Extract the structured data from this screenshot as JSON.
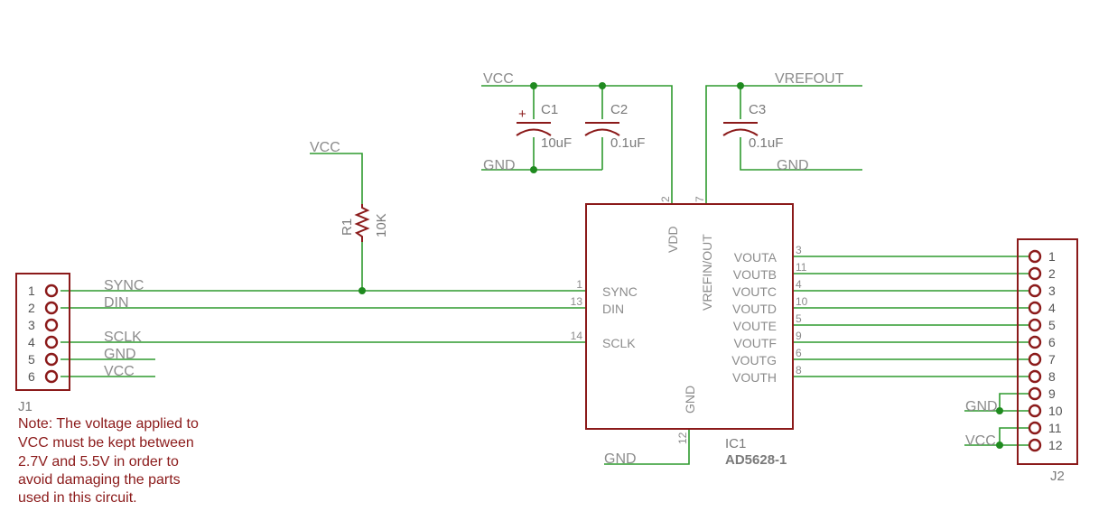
{
  "labels": {
    "vcc": "VCC",
    "gnd": "GND",
    "vrefout": "VREFOUT",
    "sync": "SYNC",
    "din": "DIN",
    "sclk": "SCLK"
  },
  "r1": {
    "name": "R1",
    "value": "10K"
  },
  "c1": {
    "name": "C1",
    "value": "10uF",
    "plus": "+"
  },
  "c2": {
    "name": "C2",
    "value": "0.1uF"
  },
  "c3": {
    "name": "C3",
    "value": "0.1uF"
  },
  "ic1": {
    "name": "IC1",
    "part": "AD5628-1",
    "pins": {
      "vdd": "VDD",
      "vrefinout": "VREFIN/OUT",
      "gnd": "GND",
      "sync": "SYNC",
      "din": "DIN",
      "sclk": "SCLK",
      "vouta": "VOUTA",
      "voutb": "VOUTB",
      "voutc": "VOUTC",
      "voutd": "VOUTD",
      "voute": "VOUTE",
      "voutf": "VOUTF",
      "voutg": "VOUTG",
      "vouth": "VOUTH"
    },
    "pin_numbers": {
      "vdd": "2",
      "vref": "7",
      "gnd": "12",
      "sync": "1",
      "din": "13",
      "sclk": "14",
      "vouta": "3",
      "voutb": "11",
      "voutc": "4",
      "voutd": "10",
      "voute": "5",
      "voutf": "9",
      "voutg": "6",
      "vouth": "8"
    }
  },
  "j1": {
    "name": "J1",
    "pins": [
      "1",
      "2",
      "3",
      "4",
      "5",
      "6"
    ]
  },
  "j2": {
    "name": "J2",
    "pins": [
      "1",
      "2",
      "3",
      "4",
      "5",
      "6",
      "7",
      "8",
      "9",
      "10",
      "11",
      "12"
    ]
  },
  "note": {
    "lines": [
      "Note: The voltage applied to",
      "VCC must be kept between",
      "2.7V and 5.5V in order to",
      "avoid damaging the parts",
      "used in this circuit."
    ]
  },
  "colors": {
    "wire": "#2e9a2e",
    "component": "#8b1a1a",
    "label": "#8c8c8c",
    "junction": "#1f8a1f"
  }
}
